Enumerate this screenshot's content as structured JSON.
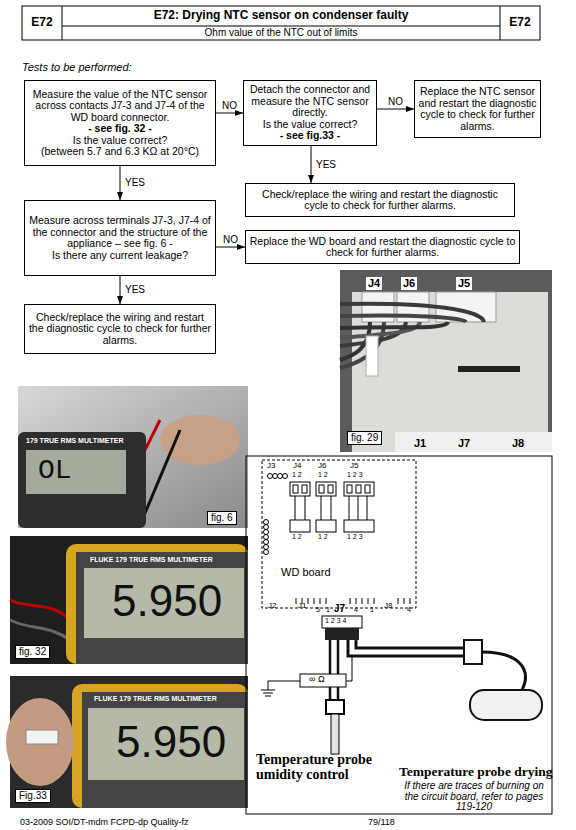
{
  "diagram": {
    "title": "E72: Drying NTC sensor on condenser faulty",
    "nodes": [
      {
        "text": [
          "Measure the value of the NTC sensor across contacts J7-3 and J7-4 of the WD board connector.",
          "- see fig. 32 -",
          "Is the value correct?",
          "(between 5.7 and 6.3 KΩ at 20°C)"
        ]
      },
      {
        "text": [
          "Detach the connector and measure the NTC sensor directly.",
          "Is the value correct?",
          "- see fig.33 -"
        ]
      },
      {
        "text": [
          "Replace the NTC sensor and restart the diagnostic cycle to check for further alarms."
        ]
      },
      {
        "text": [
          "Check/replace the wiring and restart the diagnostic cycle to check for further alarms."
        ]
      },
      {
        "text": [
          "Measure across terminals J7-3, J7-4 of the connector and the structure of the appliance – see fig. 6 -",
          "Is there any current leakage?"
        ]
      },
      {
        "text": [
          "Replace the WD board and restart the diagnostic cycle to check for further alarms."
        ]
      },
      {
        "text": [
          "Check/replace the wiring and restart the diagnostic cycle to check for further alarms."
        ]
      }
    ],
    "edges": [
      {
        "from": 0,
        "to": 1,
        "label": "NO",
        "arrow": "to"
      },
      {
        "from": 1,
        "to": 2,
        "label": "NO",
        "arrow": "to"
      },
      {
        "from": 1,
        "to": 3,
        "label": "YES",
        "arrow": "to"
      },
      {
        "from": 0,
        "to": 4,
        "label": "YES",
        "arrow": "to"
      },
      {
        "from": 4,
        "to": 5,
        "label": "NO",
        "arrow": "to"
      },
      {
        "from": 4,
        "to": 6,
        "label": "YES",
        "arrow": "to"
      }
    ],
    "labels": [
      "E72",
      "E72",
      "Ohm value of the NTC out of limits",
      "Tests to be performed:",
      "J4",
      "J6",
      "J5",
      "fig. 29",
      "J1",
      "J7",
      "J8",
      "OL",
      "179 TRUE RMS MULTIMETER",
      "fig. 6",
      "FLUKE 179 TRUE RMS MULTIMETER",
      "5.950",
      "fig. 32",
      "FLUKE 179 TRUE RMS MULTIMETER",
      "5.950",
      "Fig.33",
      "J3",
      "J4",
      "1 2",
      "J6",
      "1 2",
      "J5",
      "1 2 3",
      "1 2",
      "1 2",
      "1 2 3",
      "WD board",
      "J2",
      "J1",
      "5",
      "1",
      "J7",
      "4",
      "1",
      "J8",
      "4",
      "1 2 3 4",
      "∞ Ω",
      "Temperature probe umidity control",
      "Temperature probe drying",
      "If there are traces of burning on the circuit board, refer to pages 119-120",
      "03-2009 SOI/DT-mdm FCPD-dp Quality-fz",
      "79/118"
    ]
  }
}
